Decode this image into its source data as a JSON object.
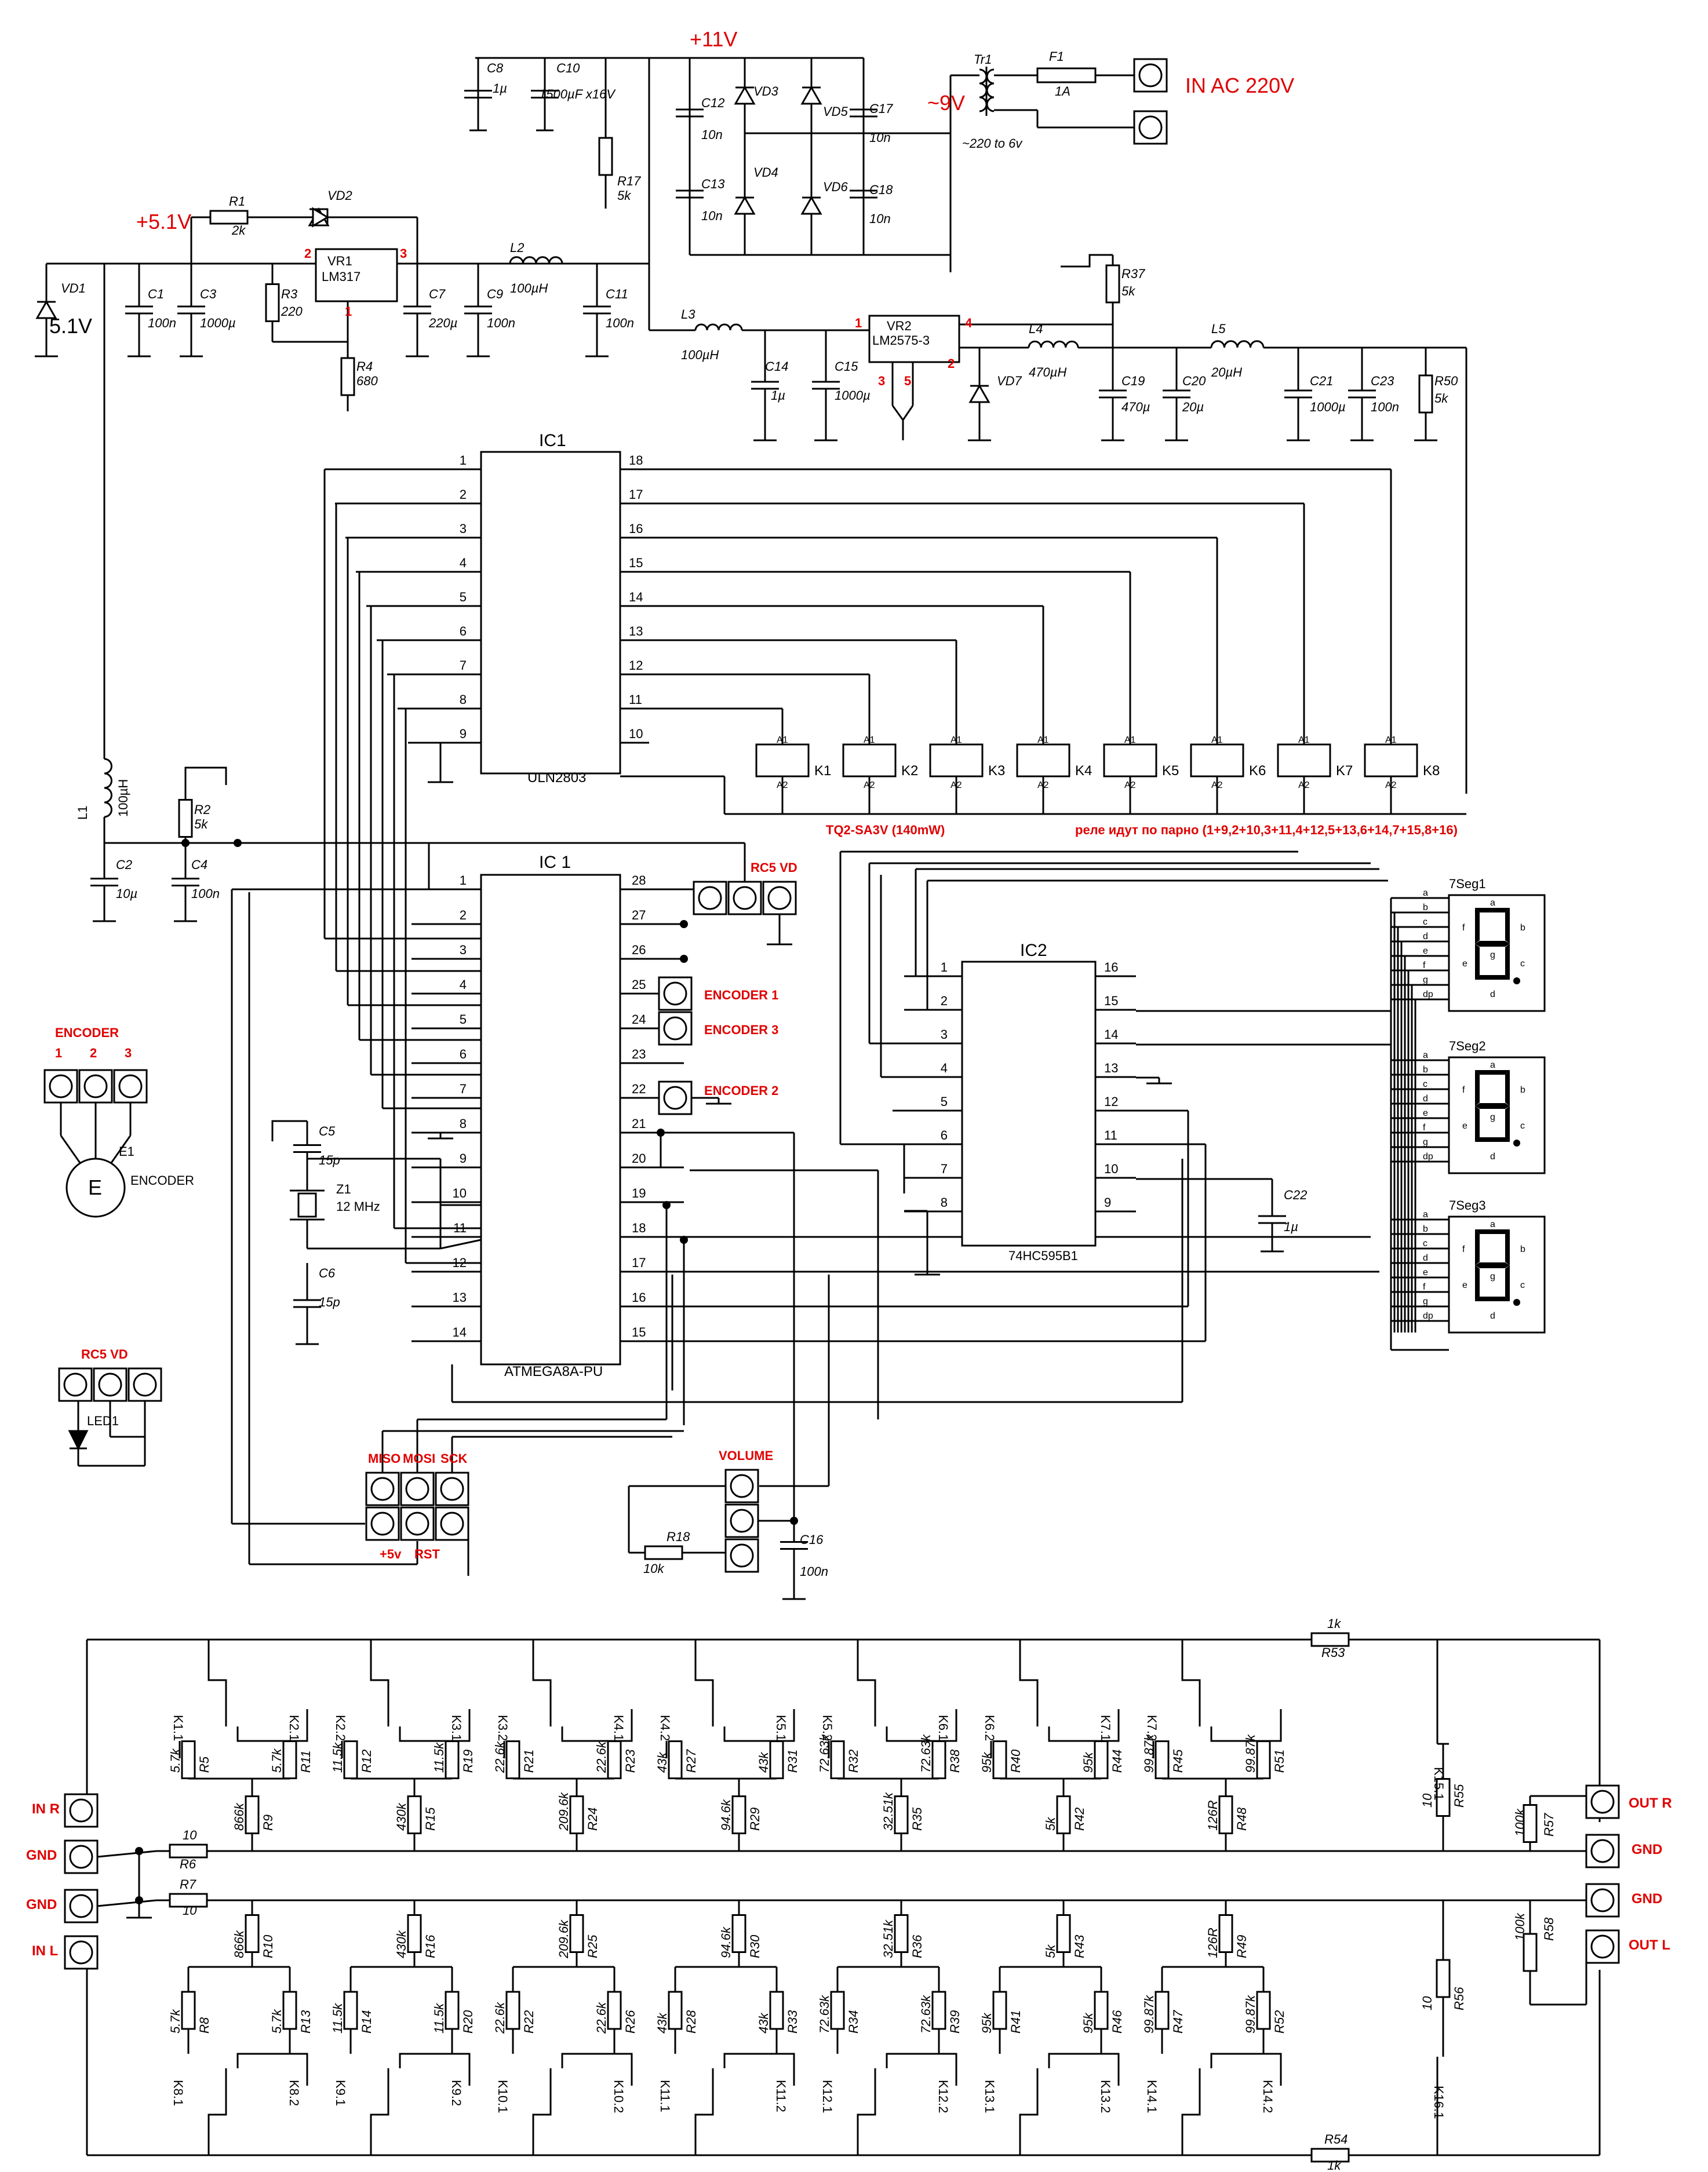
{
  "colors": {
    "ink": "#000000",
    "accent": "#e00000"
  },
  "power": {
    "v11": "+11V",
    "v9": "~9V",
    "v51": "+5.1V",
    "vd1_v": "5.1V",
    "in_ac": "IN AC 220V",
    "tr1": "Tr1",
    "tr1_ratio": "~220 to 6v",
    "f1": "F1",
    "f1_val": "1A",
    "c8": "C8",
    "c8v": "1µ",
    "c10": "C10",
    "c10v": "1500µF x16V",
    "c12": "C12",
    "c12v": "10n",
    "c13": "C13",
    "c13v": "10n",
    "c17": "C17",
    "c17v": "10n",
    "c18": "C18",
    "c18v": "10n",
    "vd3": "VD3",
    "vd4": "VD4",
    "vd5": "VD5",
    "vd6": "VD6",
    "r17": "R17",
    "r17v": "5k",
    "r1": "R1",
    "r1v": "2k",
    "vd2": "VD2",
    "vr1": "VR1",
    "vr1_part": "LM317",
    "vr1_p1": "1",
    "vr1_p2": "2",
    "vr1_p3": "3",
    "vd1": "VD1",
    "c1": "C1",
    "c1v": "100n",
    "c3": "C3",
    "c3v": "1000µ",
    "r3": "R3",
    "r3v": "220",
    "r4": "R4",
    "r4v": "680",
    "c7": "C7",
    "c7v": "220µ",
    "c9": "C9",
    "c9v": "100n",
    "l2": "L2",
    "l2v": "100µH",
    "c11": "C11",
    "c11v": "100n",
    "l3": "L3",
    "l3v": "100µH",
    "c14": "C14",
    "c14v": "1µ",
    "c15": "C15",
    "c15v": "1000µ",
    "vr2": "VR2",
    "vr2_part": "LM2575-3",
    "vr2_p1": "1",
    "vr2_p2": "2",
    "vr2_p3": "3",
    "vr2_p4": "4",
    "vr2_p5": "5",
    "vd7": "VD7",
    "r37": "R37",
    "r37v": "5k",
    "l4": "L4",
    "l4v": "470µH",
    "c19": "C19",
    "c19v": "470µ",
    "c20": "C20",
    "c20v": "20µ",
    "l5": "L5",
    "l5v": "20µH",
    "c21": "C21",
    "c21v": "1000µ",
    "c23": "C23",
    "c23v": "100n",
    "r50": "R50",
    "r50v": "5k"
  },
  "ic_uln": {
    "name": "IC1",
    "part": "ULN2803",
    "left_pins": [
      "1",
      "2",
      "3",
      "4",
      "5",
      "6",
      "7",
      "8",
      "9"
    ],
    "right_pins": [
      "18",
      "17",
      "16",
      "15",
      "14",
      "13",
      "12",
      "11",
      "10"
    ]
  },
  "relays": {
    "labels": [
      "K1",
      "K2",
      "K3",
      "K4",
      "K5",
      "K6",
      "K7",
      "K8"
    ],
    "a1": "A1",
    "a2": "A2",
    "type": "TQ2-SA3V  (140mW)",
    "pairs_note": "реле идут по парно (1+9,2+10,3+11,4+12,5+13,6+14,7+15,8+16)"
  },
  "mcu": {
    "name": "IC 1",
    "part": "ATMEGA8A-PU",
    "left_pins": [
      "1",
      "2",
      "3",
      "4",
      "5",
      "6",
      "7",
      "8",
      "9",
      "10",
      "11",
      "12",
      "13",
      "14"
    ],
    "right_pins": [
      "28",
      "27",
      "26",
      "25",
      "24",
      "23",
      "22",
      "21",
      "20",
      "19",
      "18",
      "17",
      "16",
      "15"
    ]
  },
  "sr": {
    "name": "IC2",
    "part": "74HC595B1",
    "left_pins": [
      "1",
      "2",
      "3",
      "4",
      "5",
      "6",
      "7",
      "8"
    ],
    "right_pins": [
      "16",
      "15",
      "14",
      "13",
      "12",
      "11",
      "10",
      "9"
    ],
    "c22": "C22",
    "c22v": "1µ"
  },
  "connectors": {
    "rc5_top": "RC5 VD",
    "enc1": "ENCODER 1",
    "enc3": "ENCODER 3",
    "enc2": "ENCODER 2",
    "encoder": "ENCODER",
    "enc_pins": [
      "1",
      "2",
      "3"
    ],
    "e1": "E1",
    "e_sym": "E",
    "e_name": "ENCODER",
    "rc5_left": "RC5 VD",
    "led1": "LED1",
    "miso": "MISO",
    "mosi": "MOSI",
    "sck": "SCK",
    "p5v": "+5v",
    "rst": "RST",
    "volume": "VOLUME",
    "r18": "R18",
    "r18v": "10k",
    "c16": "C16",
    "c16v": "100n"
  },
  "osc": {
    "c5": "C5",
    "c5v": "15p",
    "z1": "Z1",
    "z1v": "12 MHz",
    "c6": "C6",
    "c6v": "15p"
  },
  "mid_left": {
    "l1": "L1",
    "l1v": "100µH",
    "r2": "R2",
    "r2v": "5k",
    "c2": "C2",
    "c2v": "10µ",
    "c4": "C4",
    "c4v": "100n"
  },
  "seg": {
    "names": [
      "7Seg1",
      "7Seg2",
      "7Seg3"
    ],
    "pins": [
      "a",
      "b",
      "c",
      "d",
      "e",
      "f",
      "g",
      "dp"
    ],
    "segs": [
      "a",
      "b",
      "c",
      "d",
      "e",
      "f",
      "g"
    ]
  },
  "attenuator": {
    "in_r": "IN R",
    "gnd": "GND",
    "in_l": "IN L",
    "out_r": "OUT R",
    "out_l": "OUT L",
    "r6": "R6",
    "r6v": "10",
    "r7": "R7",
    "r7v": "10",
    "r53": "R53",
    "r53v": "1k",
    "r54": "R54",
    "r54v": "1k",
    "r55": "R55",
    "r55v": "10",
    "r56": "R56",
    "r56v": "10",
    "r57": "R57",
    "r57v": "100k",
    "r58": "R58",
    "r58v": "100k",
    "k15": "K15.1",
    "k16": "K16.1",
    "top_series": [
      {
        "n": "R5",
        "v": "5.7k"
      },
      {
        "n": "R11",
        "v": "5.7k"
      },
      {
        "n": "R12",
        "v": "11.5k"
      },
      {
        "n": "R19",
        "v": "11.5k"
      },
      {
        "n": "R21",
        "v": "22.6k"
      },
      {
        "n": "R23",
        "v": "22.6k"
      },
      {
        "n": "R27",
        "v": "43k"
      },
      {
        "n": "R31",
        "v": "43k"
      },
      {
        "n": "R32",
        "v": "72.63k"
      },
      {
        "n": "R38",
        "v": "72.63k"
      },
      {
        "n": "R40",
        "v": "95k"
      },
      {
        "n": "R44",
        "v": "95k"
      },
      {
        "n": "R45",
        "v": "99.87k"
      },
      {
        "n": "R51",
        "v": "99.87k"
      }
    ],
    "top_shunt": [
      {
        "n": "R9",
        "v": "866k"
      },
      {
        "n": "R15",
        "v": "430k"
      },
      {
        "n": "R24",
        "v": "209.6k"
      },
      {
        "n": "R29",
        "v": "94.6k"
      },
      {
        "n": "R35",
        "v": "32.51k"
      },
      {
        "n": "R42",
        "v": "5k"
      },
      {
        "n": "R48",
        "v": "126R"
      }
    ],
    "top_k": [
      [
        "K1.1",
        "K2.1"
      ],
      [
        "K2.2",
        "K3.1"
      ],
      [
        "K3.2",
        "K4.1"
      ],
      [
        "K4.2",
        "K5.1"
      ],
      [
        "K5.2",
        "K6.1"
      ],
      [
        "K6.2",
        "K7.1"
      ],
      [
        "K7.2",
        ""
      ]
    ],
    "bot_series": [
      {
        "n": "R8",
        "v": "5.7k"
      },
      {
        "n": "R13",
        "v": "5.7k"
      },
      {
        "n": "R14",
        "v": "11.5k"
      },
      {
        "n": "R20",
        "v": "11.5k"
      },
      {
        "n": "R22",
        "v": "22.6k"
      },
      {
        "n": "R26",
        "v": "22.6k"
      },
      {
        "n": "R28",
        "v": "43k"
      },
      {
        "n": "R33",
        "v": "43k"
      },
      {
        "n": "R34",
        "v": "72.63k"
      },
      {
        "n": "R39",
        "v": "72.63k"
      },
      {
        "n": "R41",
        "v": "95k"
      },
      {
        "n": "R46",
        "v": "95k"
      },
      {
        "n": "R47",
        "v": "99.87k"
      },
      {
        "n": "R52",
        "v": "99.87k"
      }
    ],
    "bot_shunt": [
      {
        "n": "R10",
        "v": "866k"
      },
      {
        "n": "R16",
        "v": "430k"
      },
      {
        "n": "R25",
        "v": "209.6k"
      },
      {
        "n": "R30",
        "v": "94.6k"
      },
      {
        "n": "R36",
        "v": "32.51k"
      },
      {
        "n": "R43",
        "v": "5k"
      },
      {
        "n": "R49",
        "v": "126R"
      }
    ],
    "bot_k": [
      [
        "K8.1",
        "K8.2"
      ],
      [
        "K9.1",
        "K9.2"
      ],
      [
        "K10.1",
        "K10.2"
      ],
      [
        "K11.1",
        "K11.2"
      ],
      [
        "K12.1",
        "K12.2"
      ],
      [
        "K13.1",
        "K13.2"
      ],
      [
        "K14.1",
        "K14.2"
      ]
    ]
  }
}
